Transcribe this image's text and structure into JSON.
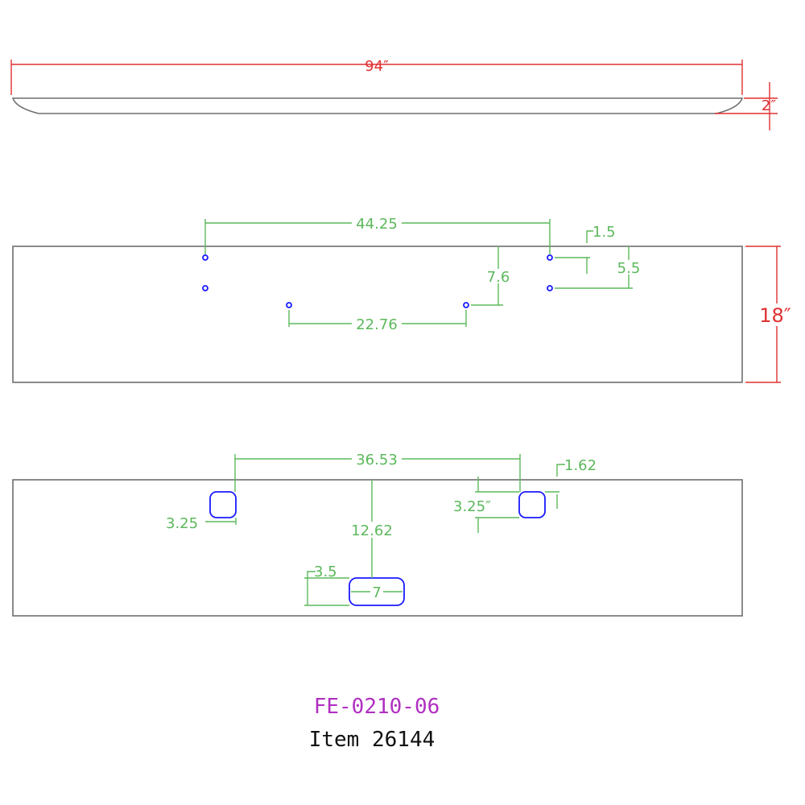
{
  "top_view": {
    "length_label": "94″",
    "depth_label": "2″"
  },
  "front_view": {
    "height_label": "18″",
    "dims": {
      "hole_span_upper": "44.25",
      "hole_span_lower": "22.76",
      "vertical_offset": "7.6",
      "edge_offset": "1.5",
      "hole_pair_spacing": "5.5"
    }
  },
  "rear_view": {
    "dims": {
      "slot_span": "36.53",
      "left_slot_size": "3.25",
      "right_slot_size": "3.25″",
      "right_edge_offset": "1.62",
      "center_height": "12.62",
      "center_slot_half": "3.5",
      "center_slot_width": "7"
    }
  },
  "title_block": {
    "part_number": "FE-0210-06",
    "item_label": "Item 26144"
  },
  "colors": {
    "outline": "#6e6e6e",
    "dimension_red": "#e03030",
    "dimension_green": "#5cb85c",
    "holes": "#1a1aff",
    "part_number": "#b030c0"
  }
}
